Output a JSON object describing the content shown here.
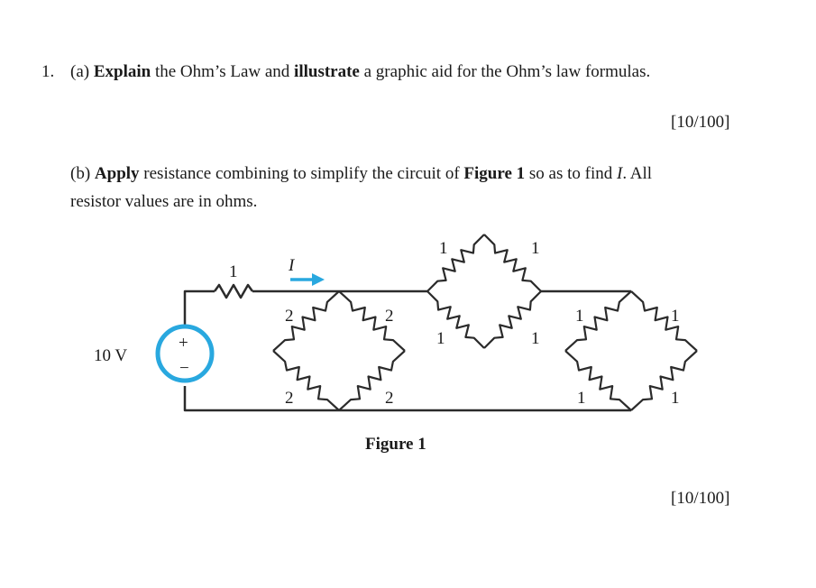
{
  "question": {
    "number": "1.",
    "part_a": {
      "prefix": "(a) ",
      "bold1": "Explain",
      "mid": " the Ohm’s Law and ",
      "bold2": "illustrate",
      "rest": " a graphic aid for the Ohm’s law formulas.",
      "marks": "[10/100]"
    },
    "part_b": {
      "prefix": "(b) ",
      "bold1": "Apply",
      "mid": " resistance combining to simplify the circuit of ",
      "bold2": "Figure 1",
      "rest1": " so as to find ",
      "italic": "I",
      "rest2": ". All",
      "line2": "resistor values are in ohms.",
      "marks": "[10/100]"
    }
  },
  "figure": {
    "caption": "Figure 1",
    "source_label": "10 V",
    "source_plus": "+",
    "source_minus": "−",
    "current_label": "I",
    "series_resistor": "1",
    "bridge1": {
      "top_left": "2",
      "top_right": "2",
      "bottom_left": "2",
      "bottom_right": "2"
    },
    "bridge2": {
      "top_left": "1",
      "top_right": "1",
      "bottom_left": "1",
      "bottom_right": "1"
    },
    "bridge3": {
      "top_left": "1",
      "top_right": "1",
      "bottom_left": "1",
      "bottom_right": "1"
    },
    "colors": {
      "wire": "#2b2b2b",
      "source": "#29a8df",
      "arrow": "#29a8df"
    }
  }
}
